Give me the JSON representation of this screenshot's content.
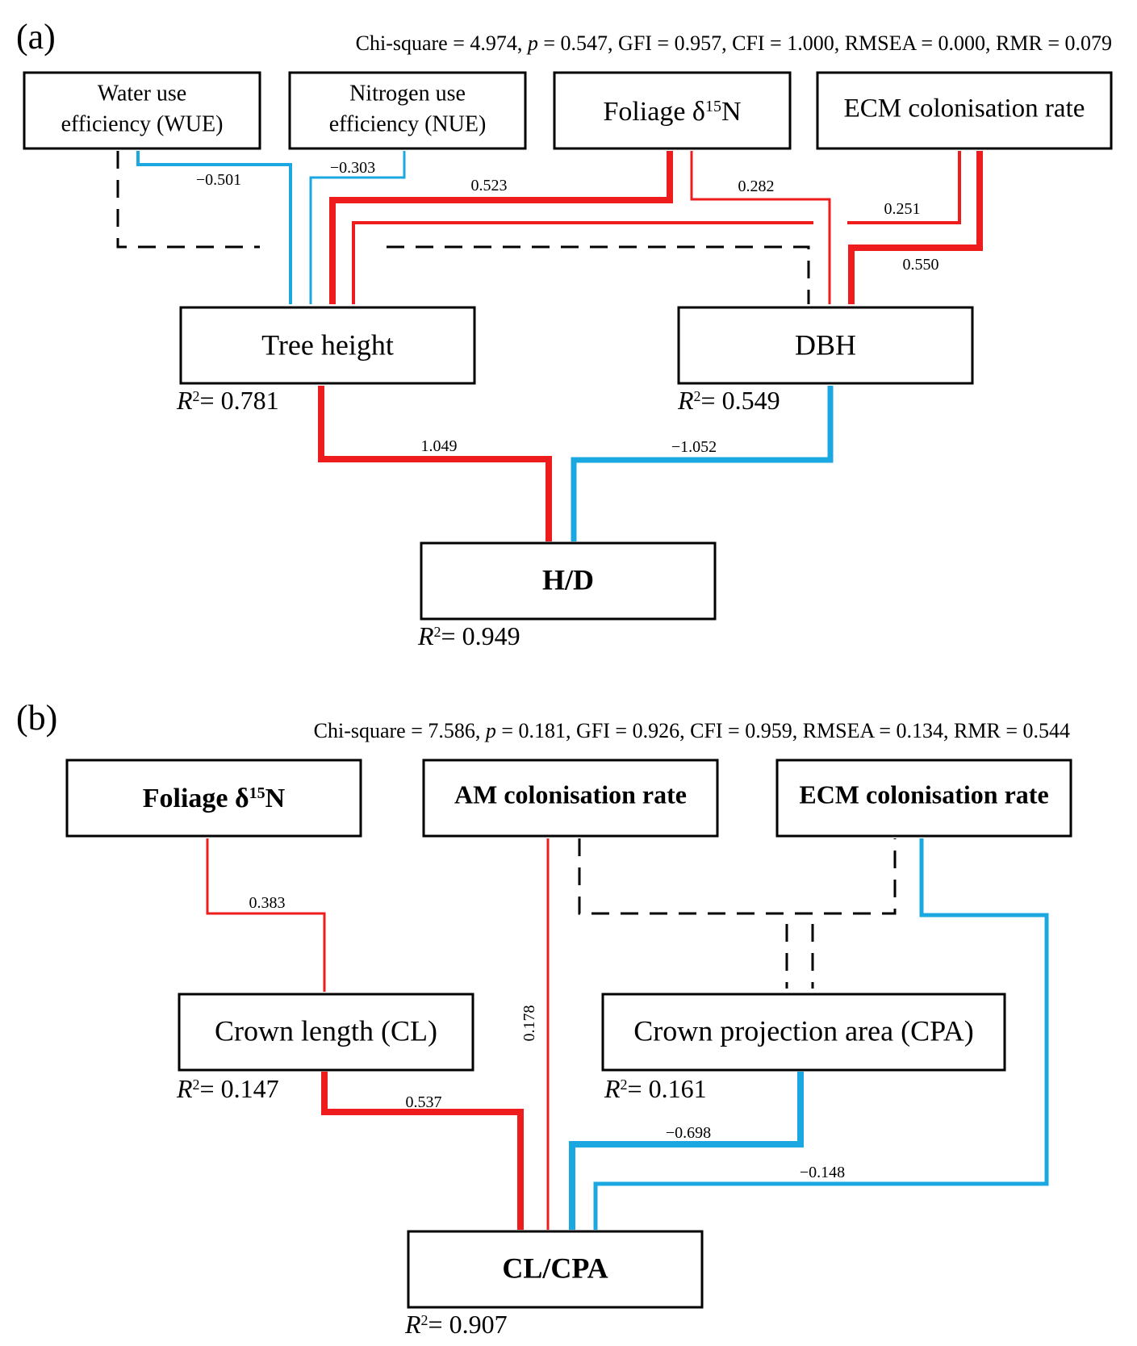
{
  "panel_a": {
    "label": "(a)",
    "fit": {
      "chi_prefix": "Chi-square = 4.974, ",
      "p_symbol": "p",
      "rest": " = 0.547, GFI = 0.957, CFI = 1.000, RMSEA = 0.000, RMR = 0.079"
    },
    "nodes": {
      "wue_line1": "Water use",
      "wue_line2": "efficiency (WUE)",
      "nue_line1": "Nitrogen use",
      "nue_line2": "efficiency (NUE)",
      "foliage_prefix": "Foliage δ",
      "foliage_sup": "15",
      "foliage_suffix": "N",
      "ecm": "ECM colonisation rate",
      "tree_height": "Tree height",
      "dbh": "DBH",
      "hd": "H/D"
    },
    "r2": {
      "symbol": "R",
      "tree_height": "= 0.781",
      "dbh": "= 0.549",
      "hd": "= 0.949"
    },
    "coefficients": {
      "wue_height": "−0.501",
      "nue_height": "−0.303",
      "foliage_height": "0.523",
      "foliage_dbh": "0.282",
      "ecm_height": "0.251",
      "ecm_dbh": "0.550",
      "height_hd": "1.049",
      "dbh_hd": "−1.052"
    }
  },
  "panel_b": {
    "label": "(b)",
    "fit": {
      "chi_prefix": "Chi-square = 7.586, ",
      "p_symbol": "p",
      "rest": " = 0.181, GFI = 0.926, CFI = 0.959, RMSEA = 0.134, RMR = 0.544"
    },
    "nodes": {
      "foliage_prefix": "Foliage δ",
      "foliage_sup": "15",
      "foliage_suffix": "N",
      "am": "AM colonisation rate",
      "ecm": "ECM colonisation rate",
      "cl": "Crown length (CL)",
      "cpa": "Crown projection area (CPA)",
      "clcpa": "CL/CPA"
    },
    "r2": {
      "symbol": "R",
      "cl": "= 0.147",
      "cpa": "= 0.161",
      "clcpa": "= 0.907"
    },
    "coefficients": {
      "foliage_cl": "0.383",
      "am_clcpa": "0.178",
      "cl_clcpa": "0.537",
      "cpa_clcpa": "−0.698",
      "ecm_clcpa": "−0.148"
    }
  },
  "colors": {
    "positive": "#ee1c1c",
    "negative": "#1ba8e0",
    "nonsignificant": "#000000"
  }
}
